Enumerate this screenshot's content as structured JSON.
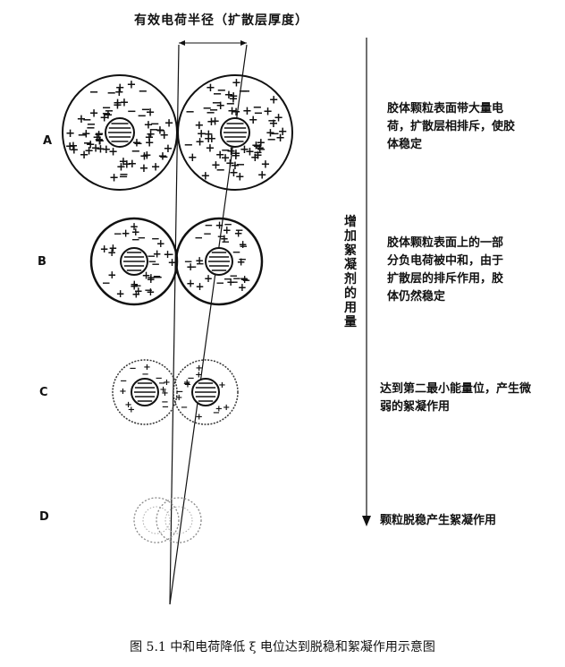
{
  "title": "有效电荷半径（扩散层厚度）",
  "rows": [
    {
      "label": "A",
      "text": "胶体颗粒表面带大量电荷，扩散层相排斥，使胶体稳定"
    },
    {
      "label": "B",
      "text": "胶体颗粒表面上的一部分负电荷被中和，由于扩散层的排斥作用，胶体仍然稳定"
    },
    {
      "label": "C",
      "text": "达到第二最小能量位，产生微弱的絮凝作用"
    },
    {
      "label": "D",
      "text": "颗粒脱稳产生絮凝作用"
    }
  ],
  "arrow_label": "增加絮凝剂的用量",
  "caption": "图 5.1  中和电荷降低 ξ 电位达到脱稳和絮凝作用示意图",
  "colors": {
    "ink": "#111111",
    "background": "#ffffff"
  }
}
